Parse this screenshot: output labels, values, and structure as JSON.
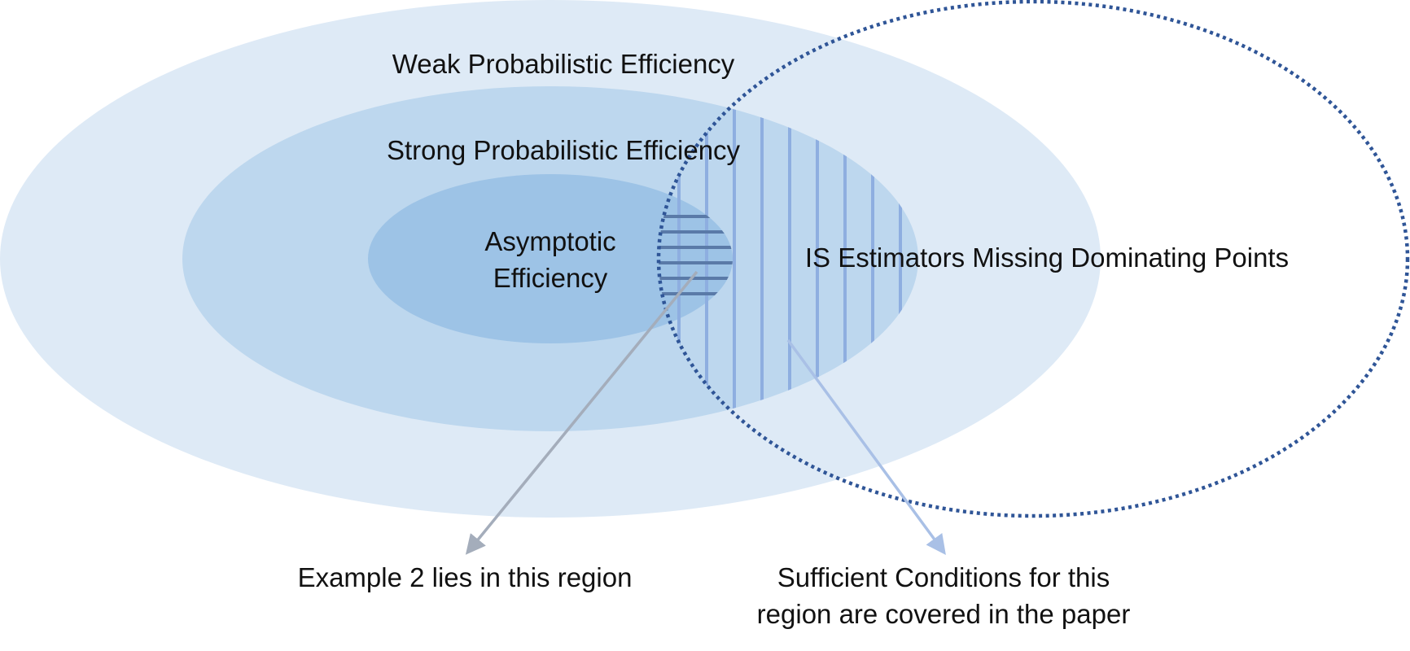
{
  "regions": {
    "weak": {
      "label": "Weak Probabilistic Efficiency"
    },
    "strong": {
      "label": "Strong Probabilistic Efficiency"
    },
    "asymptotic": {
      "label_line1": "Asymptotic",
      "label_line2": "Efficiency"
    },
    "is_estimators": {
      "label": "IS Estimators Missing Dominating Points"
    }
  },
  "callouts": {
    "example": {
      "label": "Example 2 lies in this region"
    },
    "sufficient": {
      "label_line1": "Sufficient Conditions for this",
      "label_line2": "region are covered in the paper"
    }
  },
  "colors": {
    "weak_fill": "#deeaf6",
    "strong_fill": "#bdd7ee",
    "asymptotic_fill": "#9dc3e6",
    "dotted_outline": "#2f5597",
    "vertical_hatch": "#8eaee0",
    "horizontal_hatch": "#5a7aa8",
    "example_arrow": "#a4adbb",
    "sufficient_arrow": "#a9c0e6"
  }
}
